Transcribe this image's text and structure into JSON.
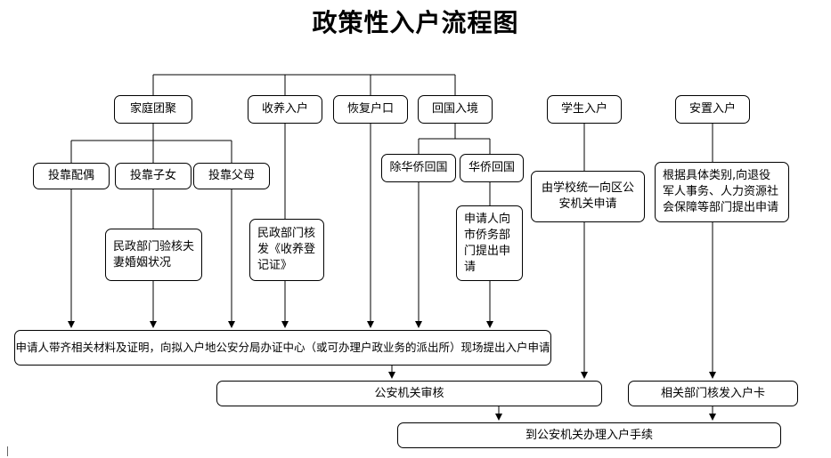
{
  "title": "政策性入户流程图",
  "nodes": {
    "family_reunion": "家庭团聚",
    "adoption": "收养入户",
    "restore_hukou": "恢复户口",
    "return_entry": "回国入境",
    "student": "学生入户",
    "resettlement": "安置入户",
    "spouse": "投靠配偶",
    "child": "投靠子女",
    "parent": "投靠父母",
    "return_non_chinese": "除华侨回国",
    "return_overseas_chinese": "华侨回国",
    "school_apply": "由学校统一向区公安机关申请",
    "resettle_apply": "根据具体类别,向退役军人事务、人力资源社会保障等部门提出申请",
    "civil_verify": "民政部门验核夫妻婚姻状况",
    "civil_adopt": "民政部门核发《收养登记证》",
    "overseas_apply": "申请人向市侨务部门提出申请",
    "apply_main": "申请人带齐相关材料及证明，向拟入户地公安分局办证中心（或可办理户政业务的派出所）现场提出入户申请",
    "police_review": "公安机关审核",
    "issue_card": "相关部门核发入户卡",
    "final": "到公安机关办理入户手续"
  }
}
